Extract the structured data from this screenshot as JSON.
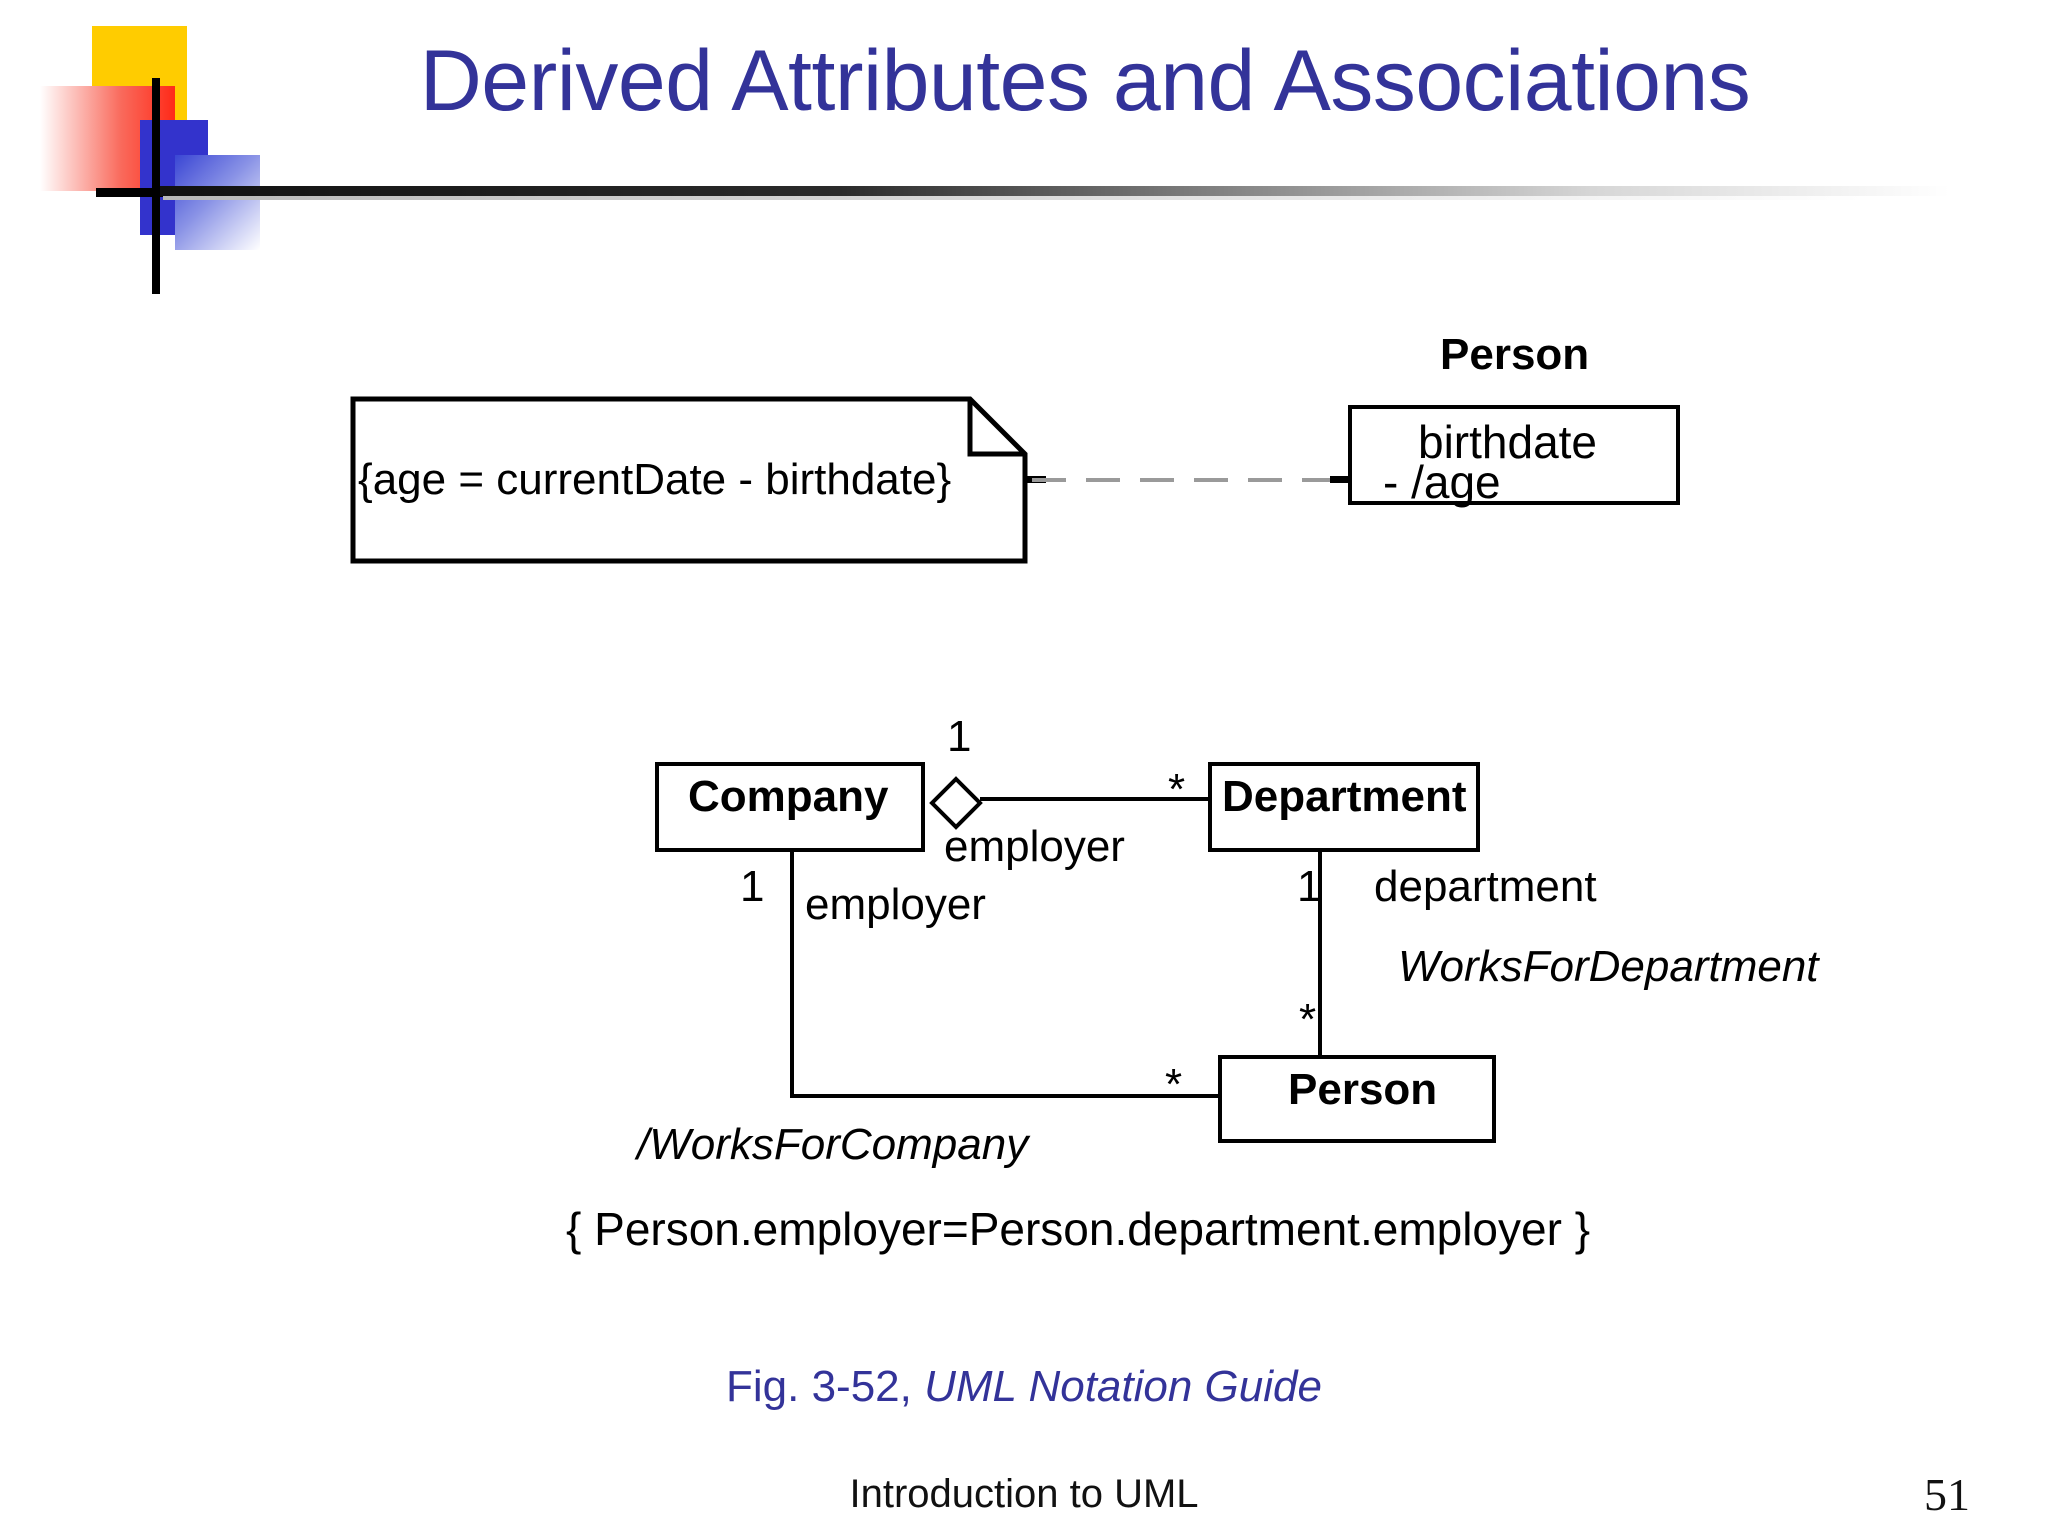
{
  "slide": {
    "title": "Derived Attributes and Associations",
    "page_number": "51",
    "footer_title": "Introduction to UML",
    "title_color": "#333399",
    "accent_colors": {
      "yellow": "#FFCC00",
      "red": "#FF2A18",
      "blue": "#3333CC",
      "black": "#000000"
    }
  },
  "note": {
    "text": "{age = currentDate - birthdate}",
    "link_style": "dashed"
  },
  "person_class_top": {
    "name": "Person",
    "attributes": [
      "birthdate",
      "- /age"
    ]
  },
  "class_diagram": {
    "classes": [
      {
        "name": "Company"
      },
      {
        "name": "Department"
      },
      {
        "name": "Person"
      }
    ],
    "associations": [
      {
        "from": "Company",
        "to": "Department",
        "kind": "aggregation",
        "source_multiplicity": "1",
        "target_multiplicity": "*",
        "source_role": "employer"
      },
      {
        "from": "Department",
        "to": "Person",
        "kind": "association",
        "name": "WorksForDepartment",
        "source_multiplicity": "1",
        "target_multiplicity": "*",
        "source_role": "department"
      },
      {
        "from": "Company",
        "to": "Person",
        "kind": "derived-association",
        "name": "/WorksForCompany",
        "source_multiplicity": "1",
        "target_multiplicity": "*",
        "source_role": "employer"
      }
    ],
    "constraint": "{ Person.employer=Person.department.employer }"
  },
  "caption": {
    "prefix": "Fig. 3-52,",
    "source": "UML Notation Guide"
  }
}
